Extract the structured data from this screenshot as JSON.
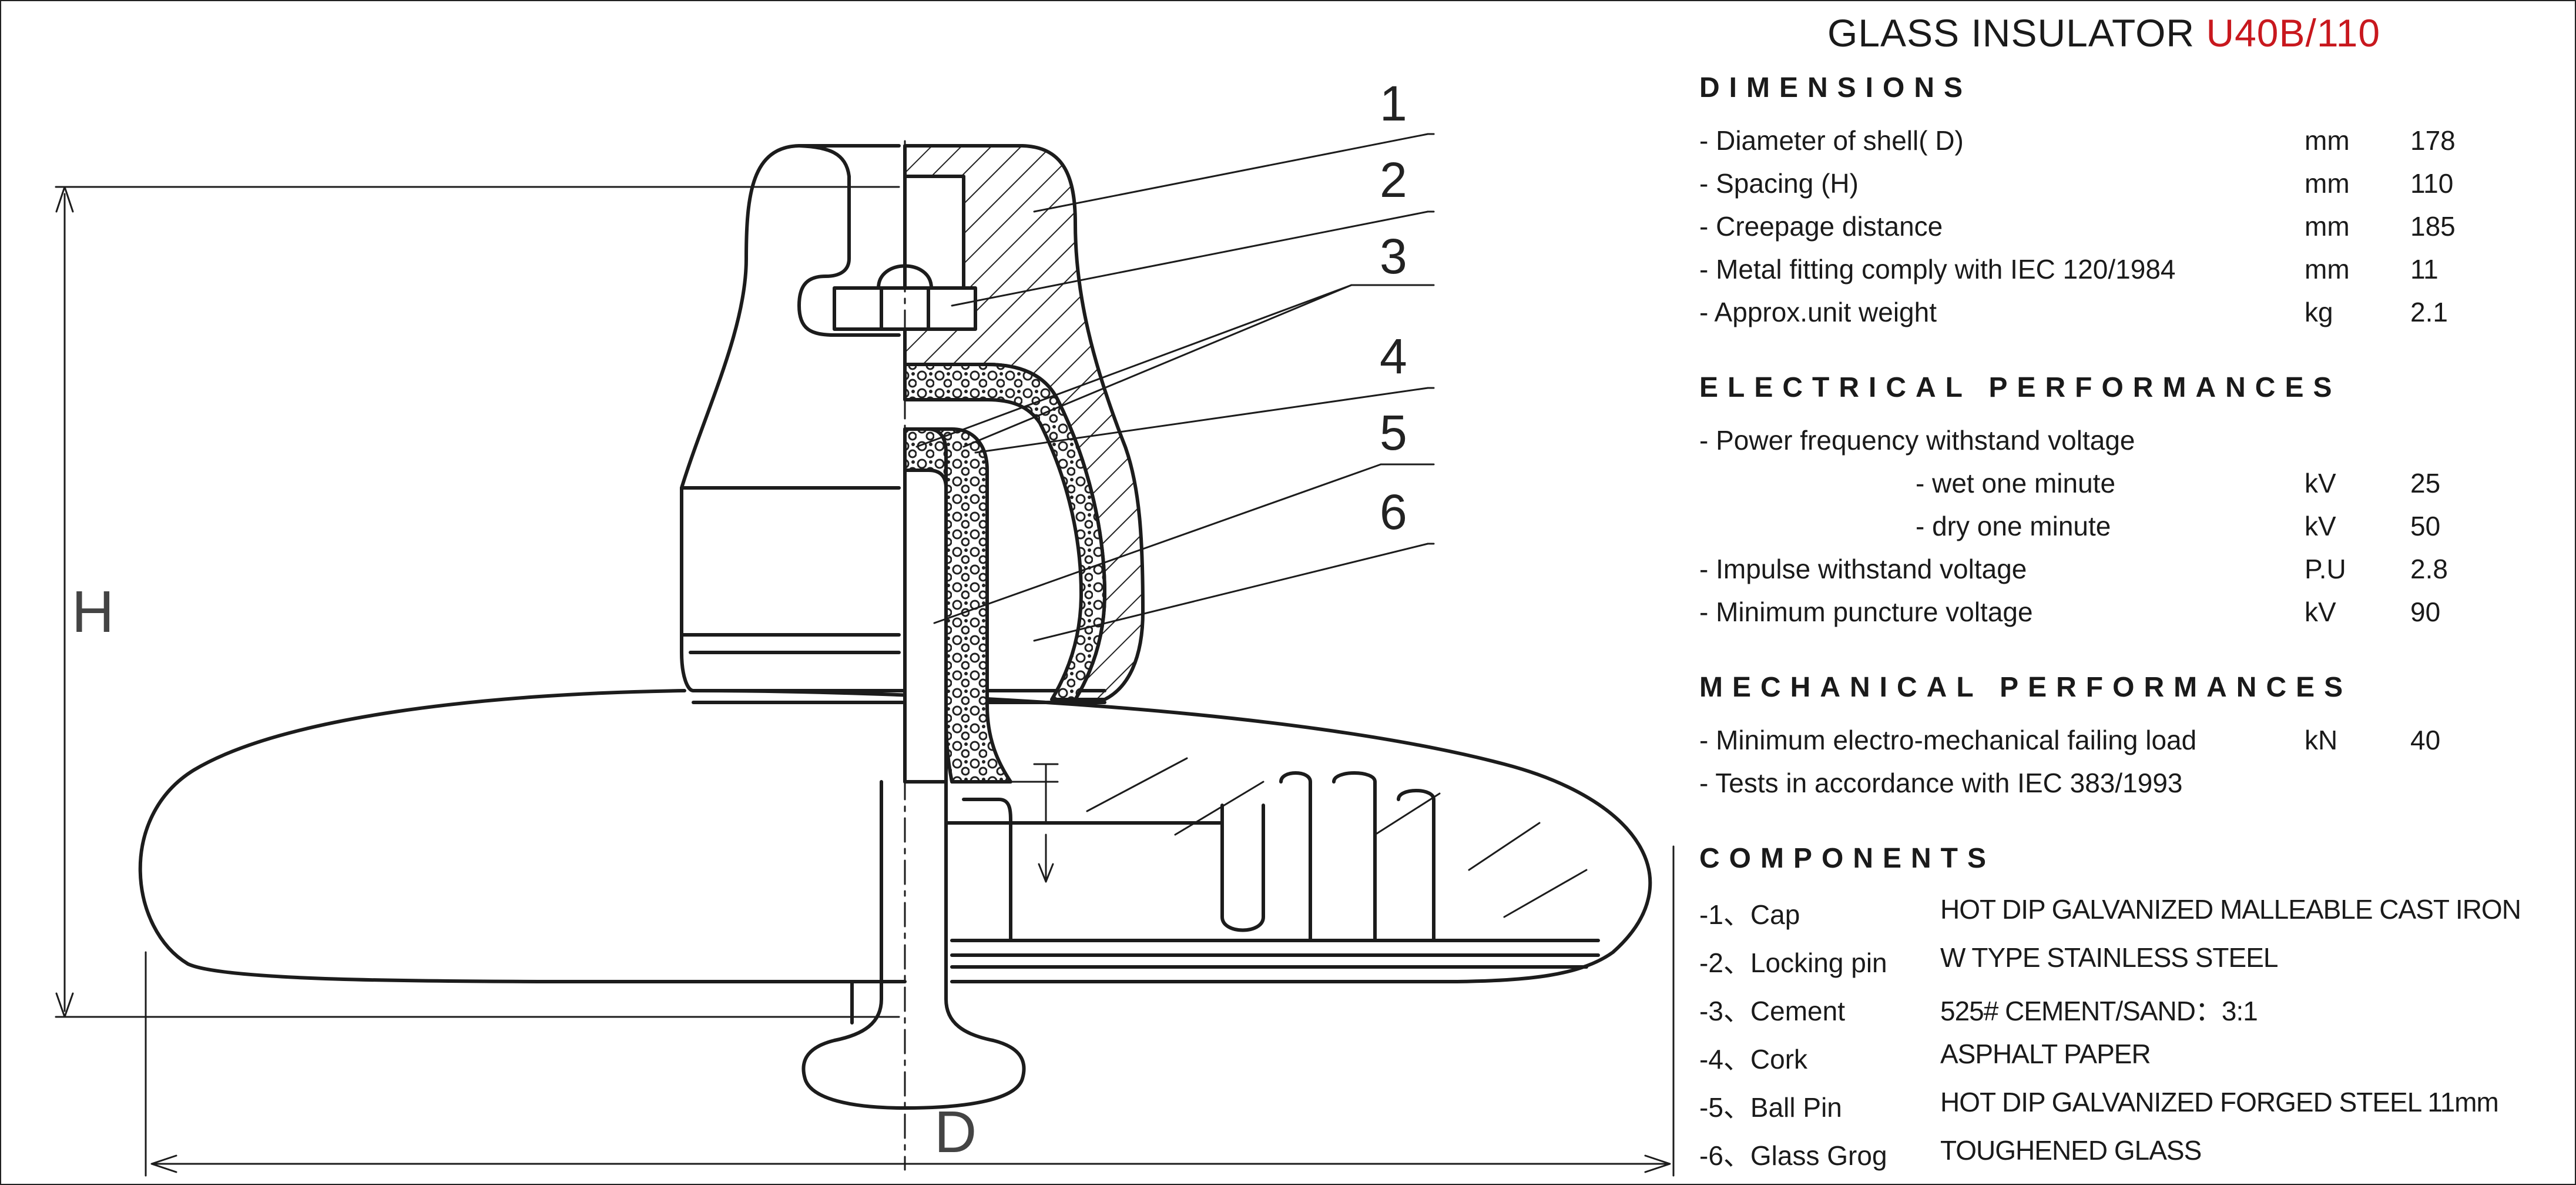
{
  "title": {
    "text": "GLASS INSULATOR",
    "model": "U40B/110",
    "model_color": "#c8181e"
  },
  "drawing": {
    "callouts": [
      "1",
      "2",
      "3",
      "4",
      "5",
      "6"
    ],
    "dimension_labels": {
      "height": "H",
      "diameter": "D"
    }
  },
  "dimensions": {
    "heading": "DIMENSIONS",
    "rows": [
      {
        "label": "- Diameter of shell( D)",
        "unit": "mm",
        "value": "178"
      },
      {
        "label": "- Spacing (H)",
        "unit": "mm",
        "value": "110"
      },
      {
        "label": "- Creepage distance",
        "unit": "mm",
        "value": "185"
      },
      {
        "label": "- Metal fitting comply with IEC 120/1984",
        "unit": "mm",
        "value": "11"
      },
      {
        "label": "- Approx.unit weight",
        "unit": "kg",
        "value": "2.1"
      }
    ]
  },
  "electrical": {
    "heading": "ELECTRICAL PERFORMANCES",
    "rows": [
      {
        "label": "- Power frequency withstand voltage",
        "unit": "",
        "value": ""
      },
      {
        "label": "- wet one minute",
        "unit": "kV",
        "value": "25"
      },
      {
        "label": "- dry one minute",
        "unit": "kV",
        "value": "50"
      },
      {
        "label": "- Impulse withstand voltage",
        "unit": "P.U",
        "value": "2.8"
      },
      {
        "label": "- Minimum puncture voltage",
        "unit": "kV",
        "value": "90"
      }
    ]
  },
  "mechanical": {
    "heading": "MECHANICAL PERFORMANCES",
    "rows": [
      {
        "label": "- Minimum electro-mechanical failing load",
        "unit": "kN",
        "value": "40"
      },
      {
        "label": "- Tests in accordance with IEC 383/1993",
        "unit": "",
        "value": ""
      }
    ]
  },
  "components": {
    "heading": "COMPONENTS",
    "rows": [
      {
        "name": "-1、Cap",
        "desc": "HOT DIP GALVANIZED MALLEABLE CAST IRON"
      },
      {
        "name": "-2、Locking pin",
        "desc": "W TYPE STAINLESS STEEL"
      },
      {
        "name": "-3、Cement",
        "desc": "525# CEMENT/SAND：3:1"
      },
      {
        "name": "-4、Cork",
        "desc": "ASPHALT PAPER"
      },
      {
        "name": "-5、Ball Pin",
        "desc": "HOT DIP GALVANIZED FORGED STEEL 11mm"
      },
      {
        "name": "-6、Glass Grog",
        "desc": "TOUGHENED GLASS"
      }
    ]
  }
}
